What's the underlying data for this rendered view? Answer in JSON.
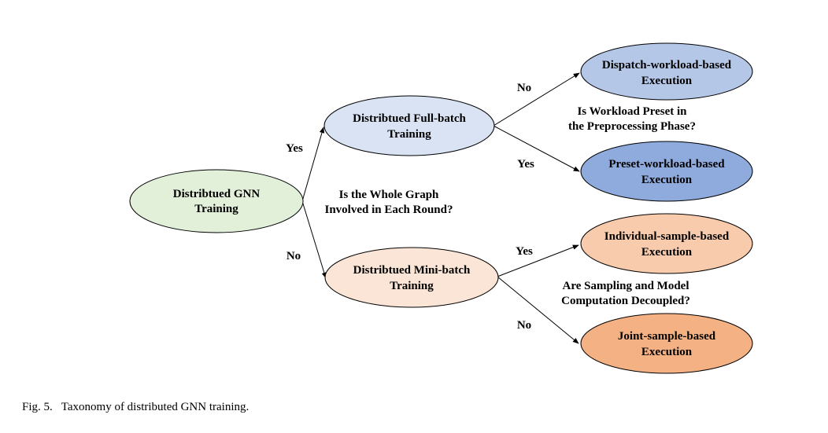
{
  "nodes": {
    "root": {
      "line1": "Distribtued GNN",
      "line2": "Training",
      "fill": "#e2efd9"
    },
    "full_batch": {
      "line1": "Distribtued Full-batch",
      "line2": "Training",
      "fill": "#dae3f3"
    },
    "mini_batch": {
      "line1": "Distribtued Mini-batch",
      "line2": "Training",
      "fill": "#fbe5d6"
    },
    "dispatch": {
      "line1": "Dispatch-workload-based",
      "line2": "Execution",
      "fill": "#b4c7e7"
    },
    "preset": {
      "line1": "Preset-workload-based",
      "line2": "Execution",
      "fill": "#8faadc"
    },
    "individual": {
      "line1": "Individual-sample-based",
      "line2": "Execution",
      "fill": "#f8cbad"
    },
    "joint": {
      "line1": "Joint-sample-based",
      "line2": "Execution",
      "fill": "#f4b183"
    }
  },
  "questions": {
    "whole_graph": {
      "line1": "Is the Whole Graph",
      "line2": "Involved in Each Round?"
    },
    "workload_preset": {
      "line1": "Is Workload Preset in",
      "line2": "the Preprocessing Phase?"
    },
    "sampling_decoupled": {
      "line1": "Are Sampling and Model",
      "line2": "Computation Decoupled?"
    }
  },
  "edge_labels": {
    "root_to_full": "Yes",
    "root_to_mini": "No",
    "full_to_dispatch": "No",
    "full_to_preset": "Yes",
    "mini_to_individual": "Yes",
    "mini_to_joint": "No"
  },
  "caption": {
    "label": "Fig. 5.",
    "text": "Taxonomy of distributed GNN training."
  }
}
